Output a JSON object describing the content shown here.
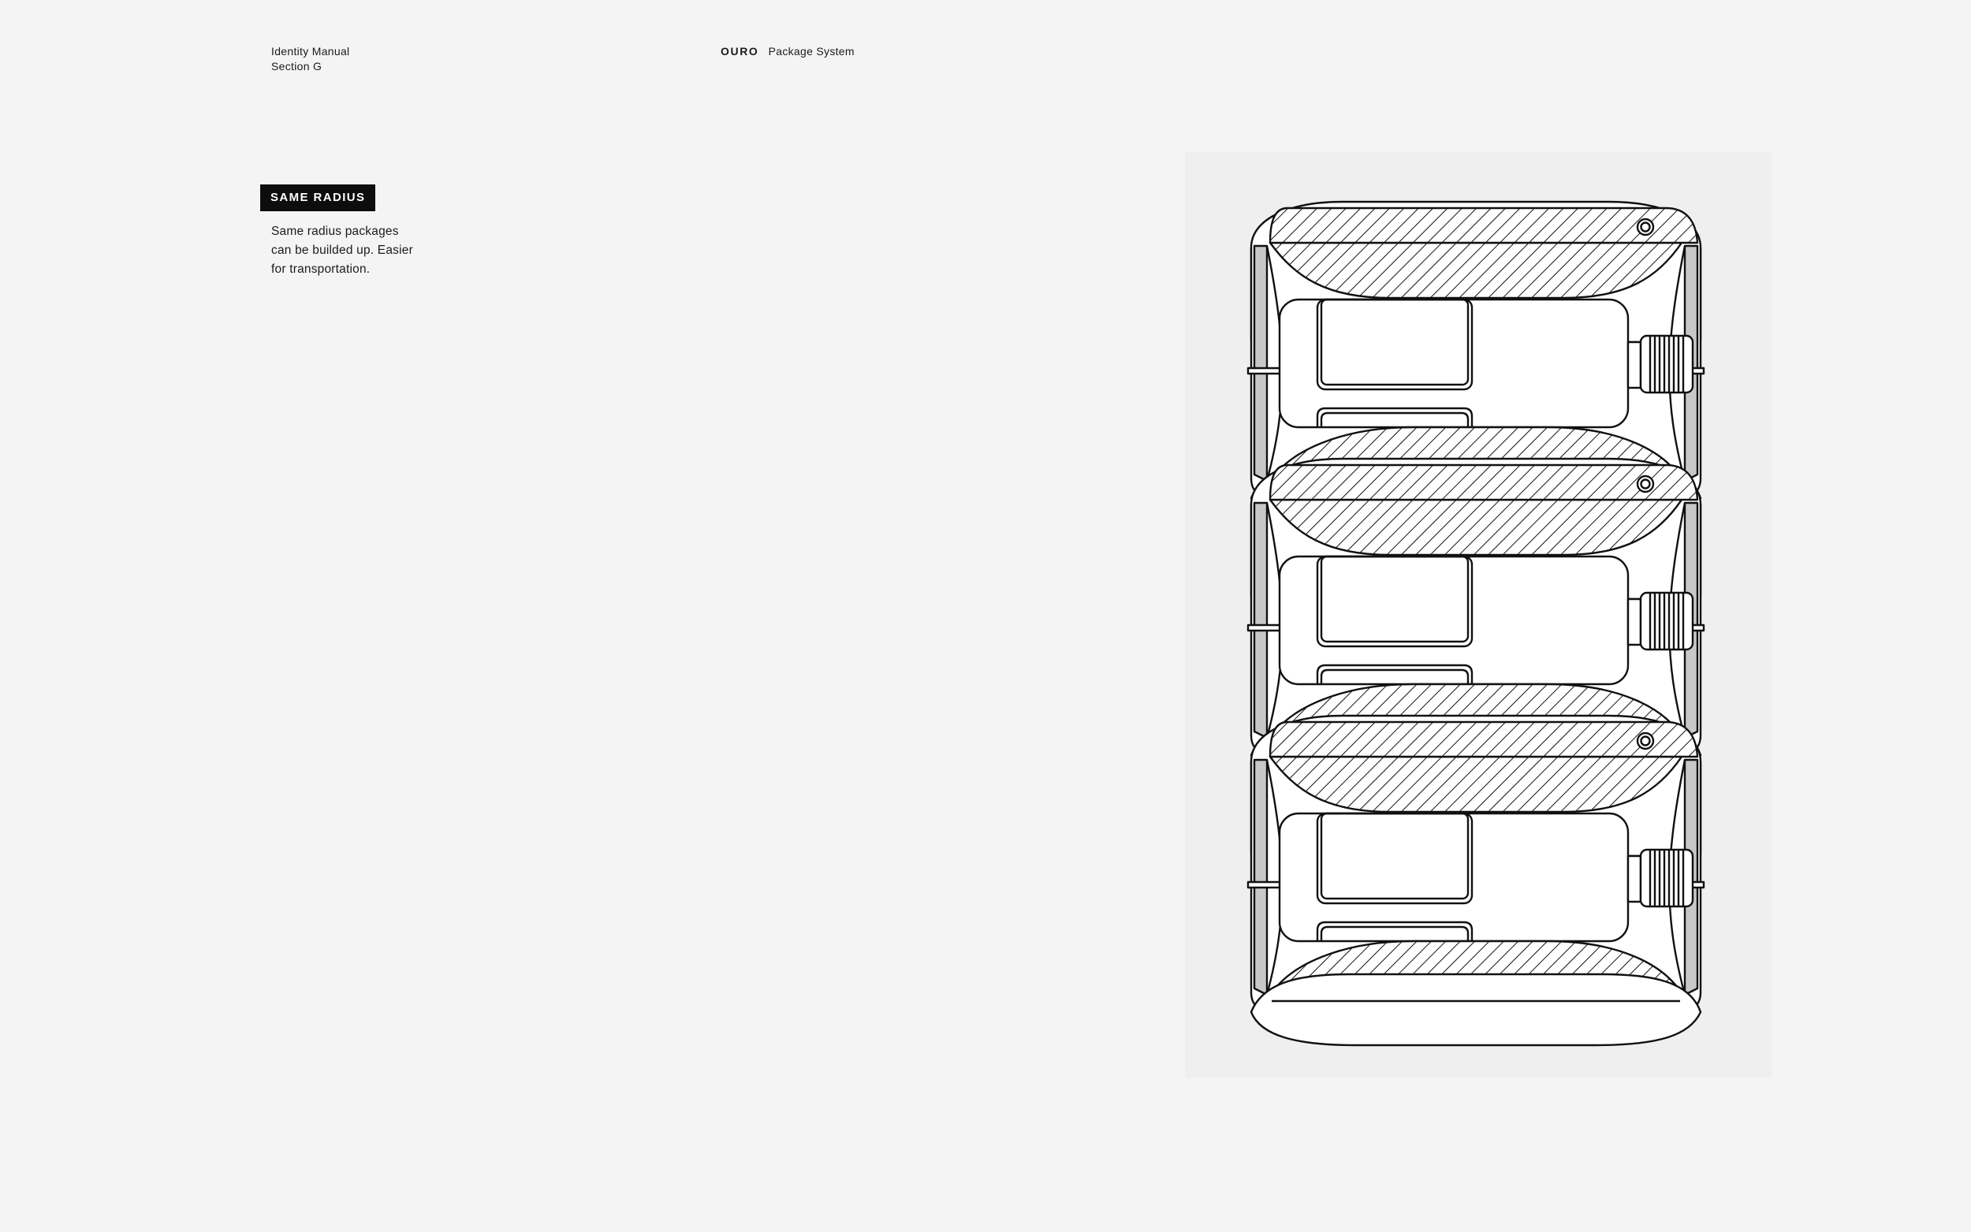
{
  "header": {
    "manual_title": "Identity Manual",
    "section": "Section G",
    "brand": "OURO",
    "subtitle": "Package System"
  },
  "feature": {
    "tag": "SAME RADIUS",
    "description_lines": [
      "Same radius packages",
      "can be builded up. Easier",
      "for transportation."
    ]
  },
  "illustration": {
    "icon": "stacked-packages-illustration",
    "package_count": 3,
    "colors": {
      "background": "#efefef",
      "stroke": "#111111",
      "side_fill": "#c8c8c8"
    }
  }
}
